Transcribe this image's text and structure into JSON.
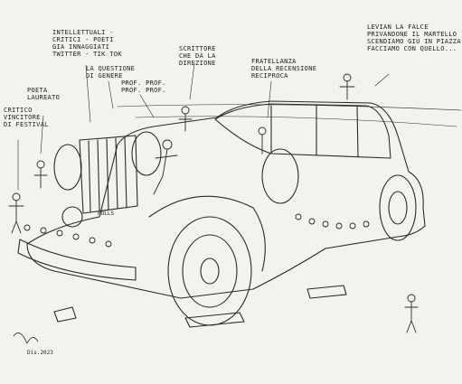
{
  "drawing": {
    "style": "pen-and-ink satirical cartoon",
    "subject": "vintage limousine carrying caricatured cultural figures",
    "ink_color": "#2a2a2a",
    "paper_color": "#f3f2ee"
  },
  "captions": {
    "intellettuali": [
      "INTELLETTUALI -",
      "CRITICI - POETI",
      "GIA INNAGGIATI",
      "TWITTER - TIK TOK"
    ],
    "questione": [
      "LA QUESTIONE",
      "DI GENERE"
    ],
    "scrittore": [
      "SCRITTORE",
      "CHE DÀ LA",
      "DIREZIONE"
    ],
    "fratellanza": [
      "FRATELLANZA",
      "DELLA RECENSIONE",
      "RECIPROCA"
    ],
    "levian": [
      "LEVIAN LA FALCE",
      "PRIVANDONE IL MARTELLO",
      "SCENDIAMO GIÙ IN PIAZZA",
      "FACCIAMO CON QUELLO..."
    ],
    "poeta": [
      "POETA",
      "LAUREATO"
    ],
    "critico": [
      "CRITICO",
      "VINCITORE",
      "DI FESTIVAL"
    ],
    "prof": [
      "PROF. PROF.",
      "PROF. PROF."
    ]
  },
  "plaque": "ROLLS",
  "signature": "Dis.2023"
}
